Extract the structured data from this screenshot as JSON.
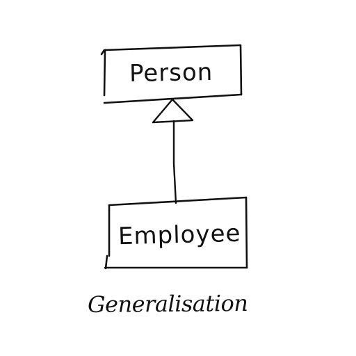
{
  "diagram": {
    "parent_class": "Person",
    "child_class": "Employee",
    "relationship": "generalization",
    "caption": "Generalisation"
  },
  "colors": {
    "ink": "#111111",
    "background": "#ffffff"
  }
}
